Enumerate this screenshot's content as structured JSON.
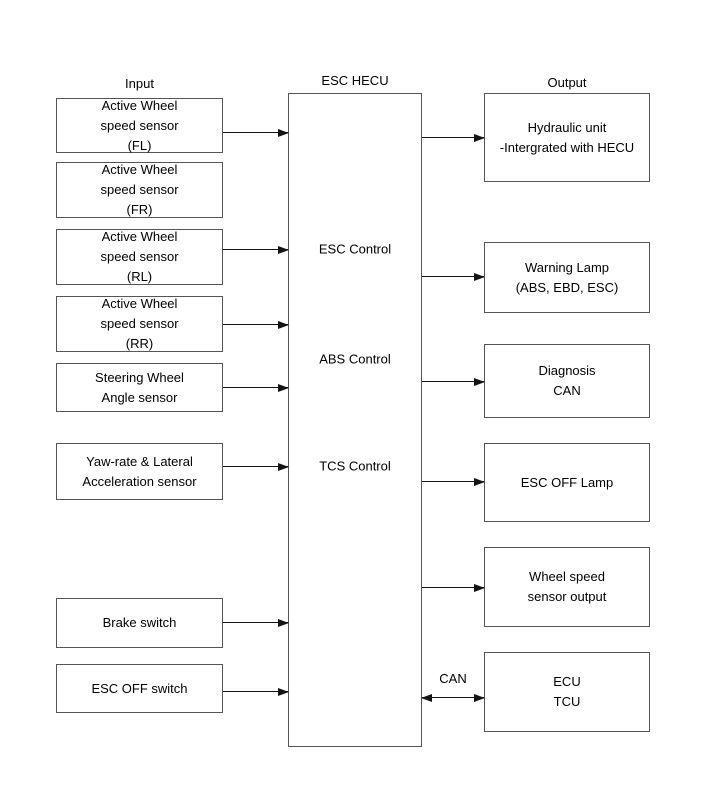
{
  "diagram": {
    "labels": {
      "input_column": "Input",
      "hecu_title": "ESC HECU",
      "output_column": "Output",
      "can_bus": "CAN"
    },
    "hecu_functions": [
      "ESC Control",
      "ABS Control",
      "TCS Control"
    ],
    "inputs": [
      {
        "lines": [
          "Active Wheel",
          "speed sensor",
          "(FL)"
        ]
      },
      {
        "lines": [
          "Active Wheel",
          "speed sensor",
          "(FR)"
        ]
      },
      {
        "lines": [
          "Active Wheel",
          "speed sensor",
          "(RL)"
        ]
      },
      {
        "lines": [
          "Active Wheel",
          "speed sensor",
          "(RR)"
        ]
      },
      {
        "lines": [
          "Steering Wheel",
          "Angle sensor"
        ]
      },
      {
        "lines": [
          "Yaw-rate & Lateral",
          "Acceleration sensor"
        ]
      },
      {
        "lines": [
          "Brake switch"
        ]
      },
      {
        "lines": [
          "ESC OFF switch"
        ]
      }
    ],
    "outputs": [
      {
        "lines": [
          "Hydraulic unit",
          "-Intergrated with HECU"
        ]
      },
      {
        "lines": [
          "Warning Lamp",
          "(ABS, EBD, ESC)"
        ]
      },
      {
        "lines": [
          "Diagnosis",
          "CAN"
        ]
      },
      {
        "lines": [
          "ESC OFF Lamp"
        ]
      },
      {
        "lines": [
          "Wheel speed",
          "sensor output"
        ]
      },
      {
        "lines": [
          "ECU",
          "TCU"
        ]
      }
    ],
    "colors": {
      "background": "#ffffff",
      "box_border": "#555555",
      "arrow": "#141414",
      "text": "#000000"
    }
  }
}
